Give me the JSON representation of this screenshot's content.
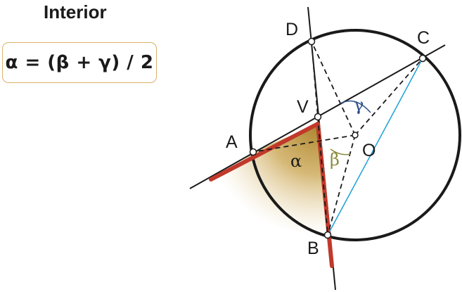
{
  "title": "Interior",
  "formula": "α = (β + γ) / 2",
  "labels": {
    "A": "A",
    "B": "B",
    "C": "C",
    "D": "D",
    "V": "V",
    "O": "O",
    "alpha": "α",
    "beta": "β",
    "gamma": "γ"
  },
  "colors": {
    "chord": "#c0392b",
    "radius": "#1a9fd8",
    "beta": "#8a8a3a",
    "gamma": "#2b4d8a",
    "alpha_fill": "#b48a2a",
    "box_border": "#d9b36b"
  }
}
